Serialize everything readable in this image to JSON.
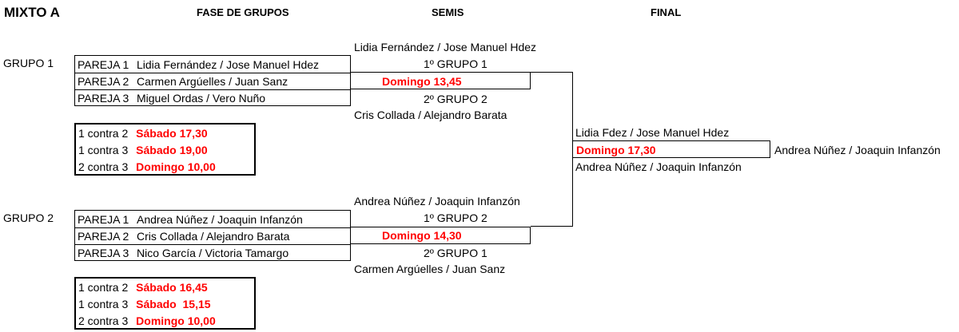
{
  "header": {
    "title": "MIXTO A",
    "col_groups": "FASE DE GRUPOS",
    "col_semis": "SEMIS",
    "col_final": "FINAL"
  },
  "group1": {
    "label": "GRUPO 1",
    "pairs": [
      {
        "tag": "PAREJA 1",
        "names": "Lidia Fernández / Jose Manuel Hdez"
      },
      {
        "tag": "PAREJA 2",
        "names": "Carmen Argúelles / Juan Sanz"
      },
      {
        "tag": "PAREJA 3",
        "names": "Miguel Ordas / Vero Nuño"
      }
    ],
    "schedule": [
      {
        "match": "1 contra 2",
        "time": "Sábado 17,30"
      },
      {
        "match": "1 contra 3",
        "time": "Sábado 19,00"
      },
      {
        "match": "2 contra 3",
        "time": "Domingo 10,00"
      }
    ]
  },
  "group2": {
    "label": "GRUPO 2",
    "pairs": [
      {
        "tag": "PAREJA 1",
        "names": "Andrea Núñez / Joaquin Infanzón"
      },
      {
        "tag": "PAREJA 2",
        "names": "Cris Collada / Alejandro Barata"
      },
      {
        "tag": "PAREJA 3",
        "names": "Nico García / Victoria Tamargo"
      }
    ],
    "schedule": [
      {
        "match": "1 contra 2",
        "time": "Sábado 16,45"
      },
      {
        "match": "1 contra 3",
        "time": "Sábado  15,15"
      },
      {
        "match": "2 contra 3",
        "time": "Domingo 10,00"
      }
    ]
  },
  "semi1": {
    "top_name": "Lidia Fernández / Jose Manuel Hdez",
    "slot_a": "1º GRUPO 1",
    "time": "Domingo 13,45",
    "slot_b": "2º GRUPO 2",
    "bottom_name": "Cris Collada / Alejandro Barata"
  },
  "semi2": {
    "top_name": "Andrea Núñez / Joaquin Infanzón",
    "slot_a": "1º GRUPO 2",
    "time": "Domingo 14,30",
    "slot_b": "2º GRUPO 1",
    "bottom_name": "Carmen Argúelles / Juan Sanz"
  },
  "final": {
    "top_name": "Lidia Fdez / Jose Manuel Hdez",
    "time": "Domingo 17,30",
    "bottom_name": "Andrea Núñez / Joaquin Infanzón",
    "winner": "Andrea Núñez / Joaquin Infanzón"
  },
  "colors": {
    "accent": "#ff0000",
    "text": "#000000"
  }
}
